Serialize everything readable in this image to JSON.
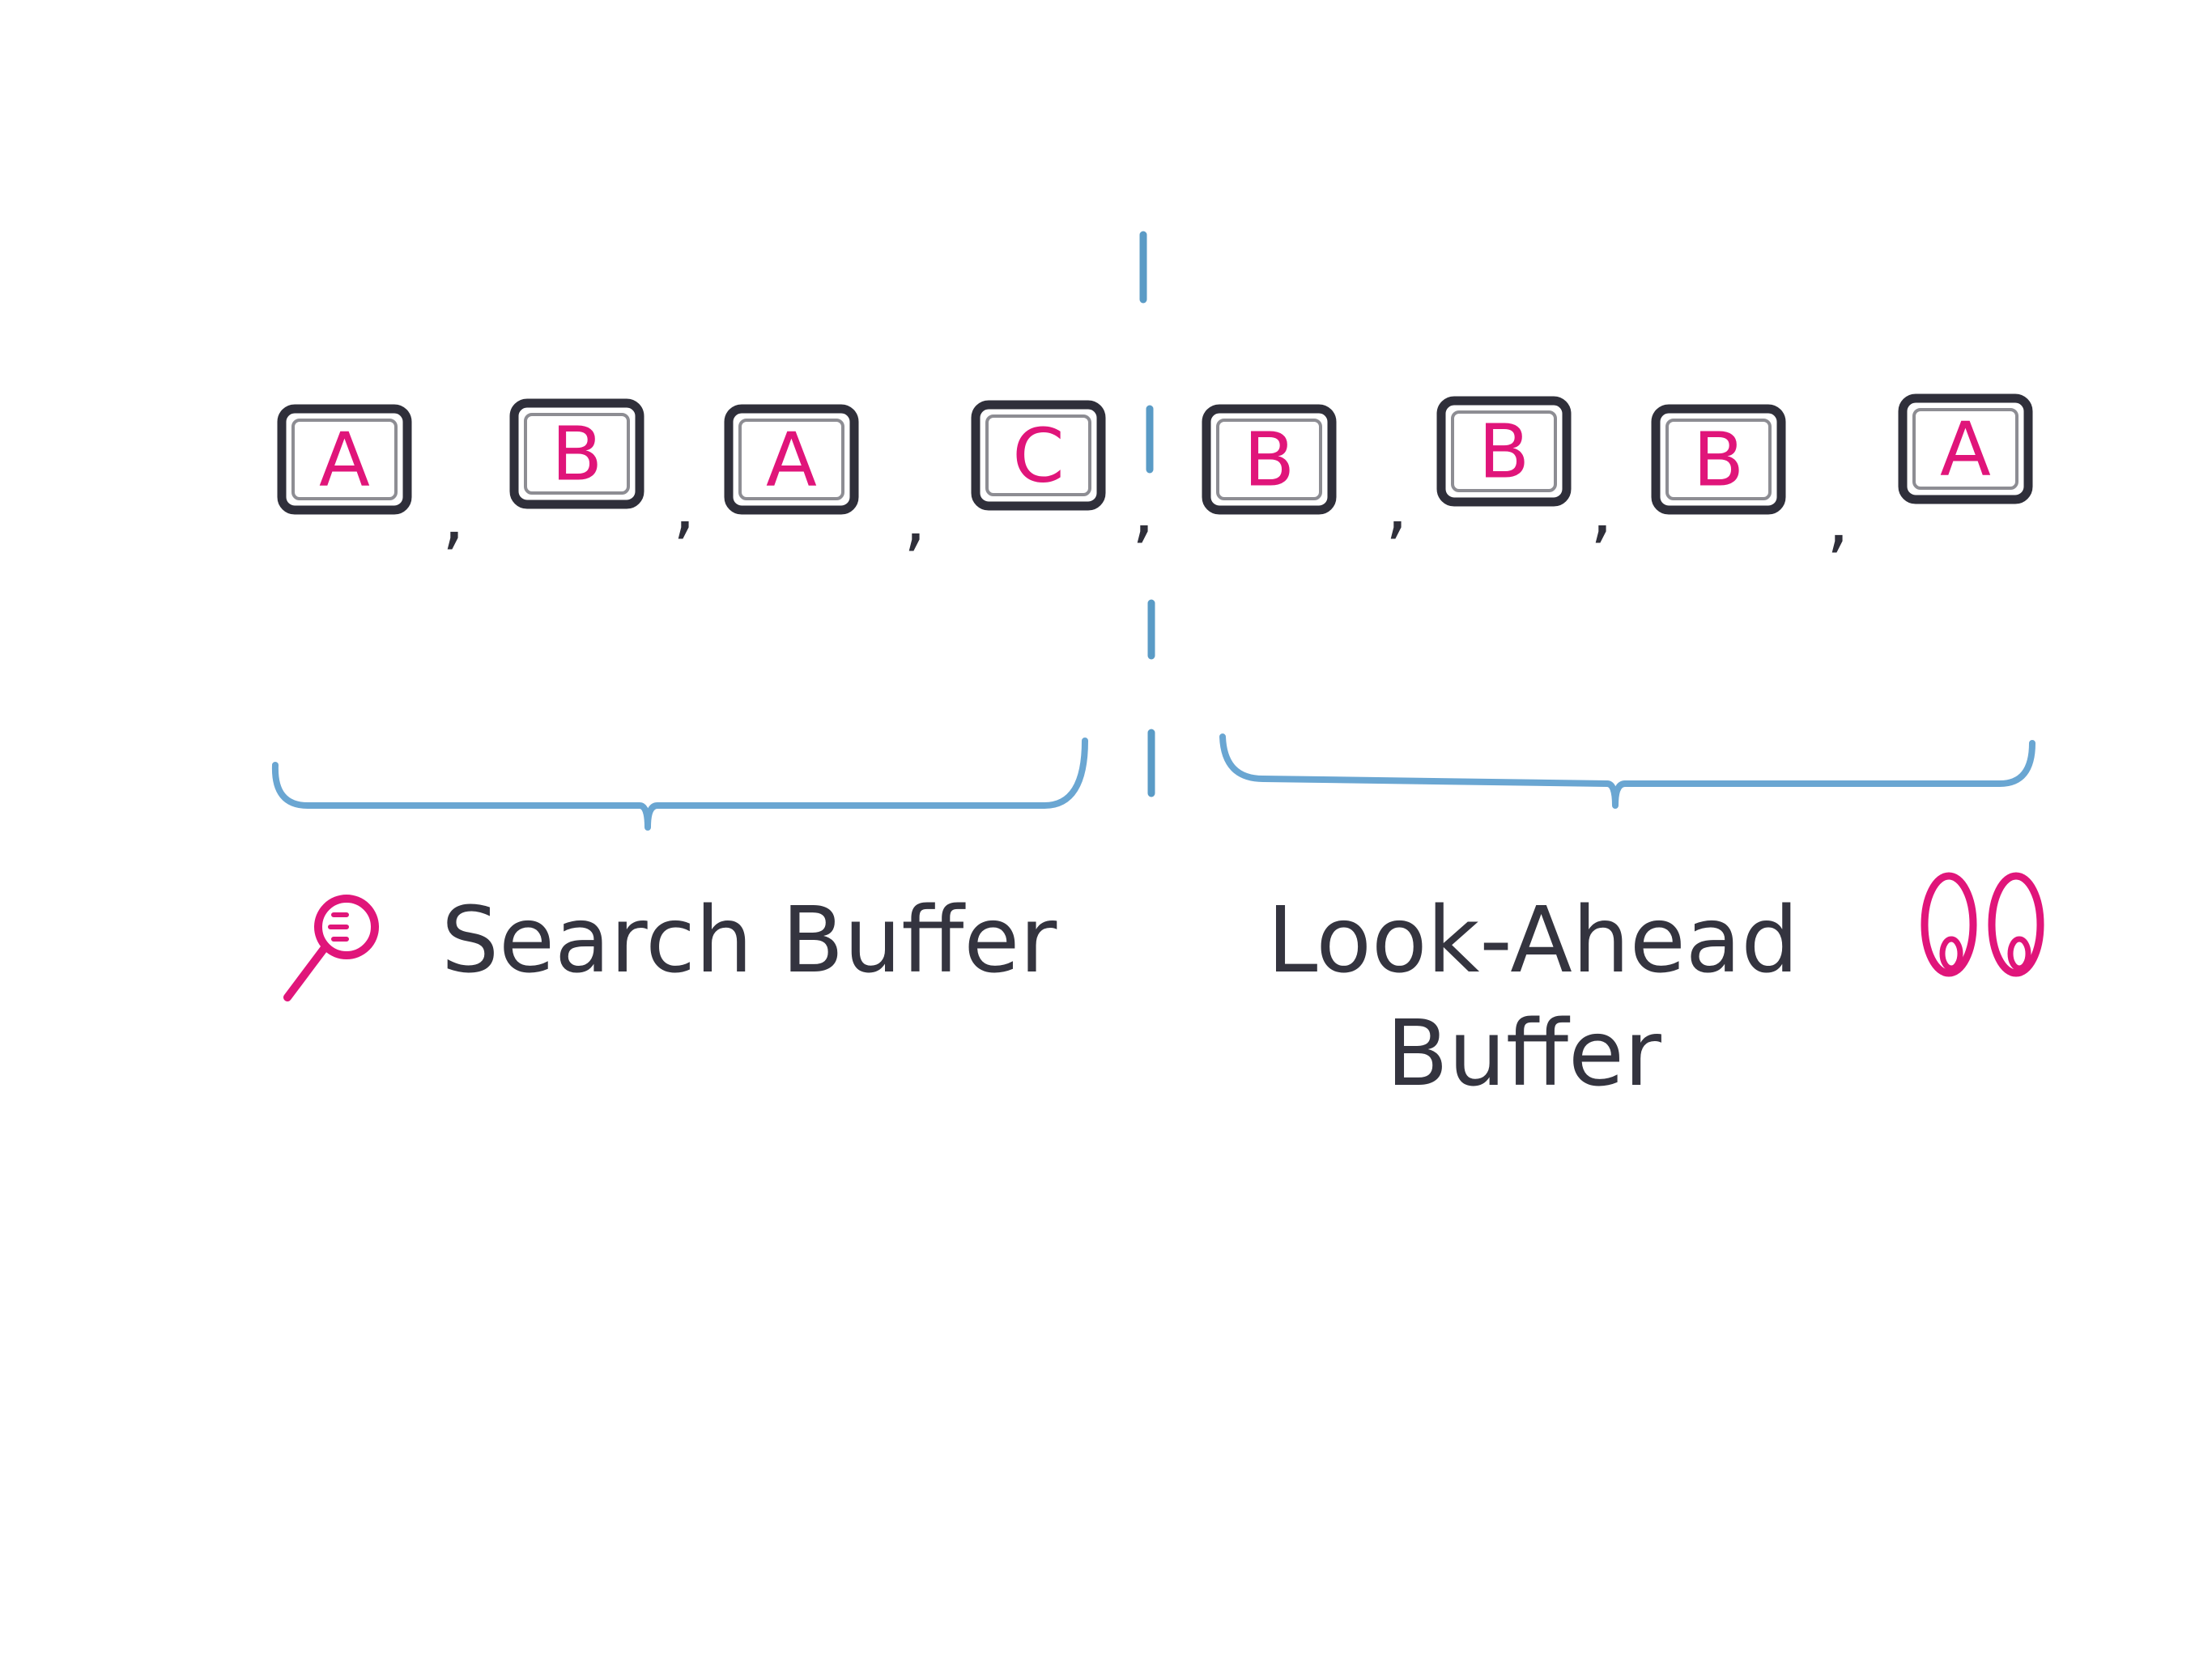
{
  "colors": {
    "background": "#ffffff",
    "box_stroke": "#2f2f3a",
    "letter": "#e0157a",
    "divider": "#5a9bc6",
    "brace": "#6aa6d2",
    "label_text": "#34343f",
    "icon_accent": "#e0157a"
  },
  "sequence": {
    "tokens": [
      {
        "letter": "A",
        "buffer": "search"
      },
      {
        "letter": "B",
        "buffer": "search"
      },
      {
        "letter": "A",
        "buffer": "search"
      },
      {
        "letter": "C",
        "buffer": "search"
      },
      {
        "letter": "B",
        "buffer": "look-ahead"
      },
      {
        "letter": "B",
        "buffer": "look-ahead"
      },
      {
        "letter": "B",
        "buffer": "look-ahead"
      },
      {
        "letter": "A",
        "buffer": "look-ahead"
      }
    ],
    "separator": ","
  },
  "labels": {
    "search_buffer": "Search Buffer",
    "look_ahead_line1": "Look-Ahead",
    "look_ahead_line2": "Buffer"
  },
  "icons": {
    "search": "magnifying-glass-icon",
    "look_ahead": "eyes-icon"
  }
}
